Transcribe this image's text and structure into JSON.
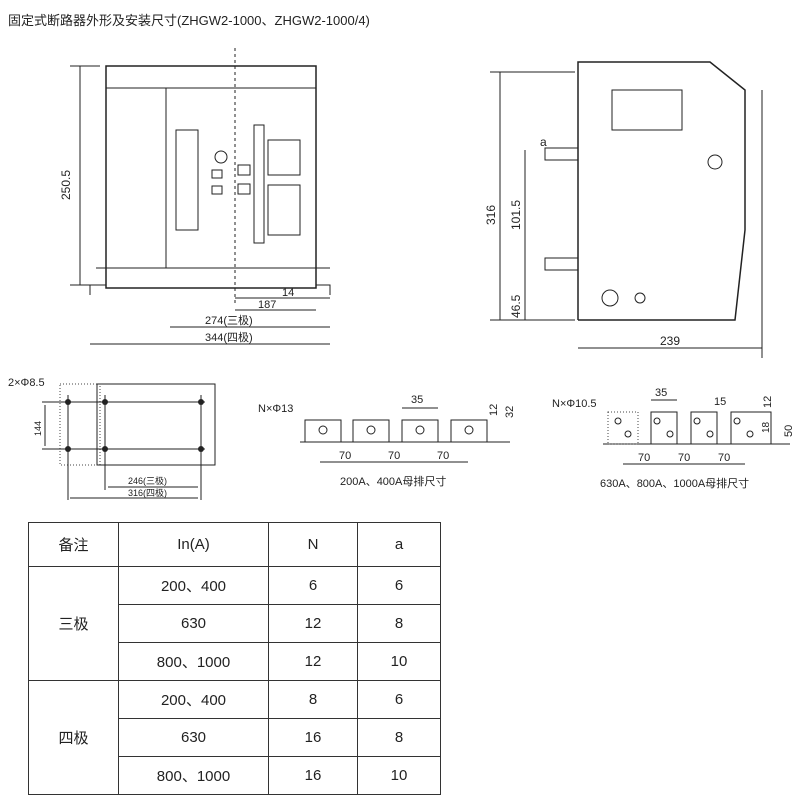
{
  "title": "固定式断路器外形及安装尺寸(ZHGW2-1000、ZHGW2-1000/4)",
  "front_view": {
    "height": "250.5",
    "d14": "14",
    "d187": "187",
    "d274": "274(三极)",
    "d344": "344(四极)"
  },
  "side_view": {
    "d316": "316",
    "d101": "101.5",
    "d46": "46.5",
    "a": "a",
    "d239": "239"
  },
  "mounting": {
    "holes": "2×Φ8.5",
    "d144": "144",
    "d246": "246(三极)",
    "d316": "316(四极)"
  },
  "busbar_small": {
    "holes": "N×Φ13",
    "d35": "35",
    "d12": "12",
    "d32": "32",
    "d70": "70",
    "caption": "200A、400A母排尺寸"
  },
  "busbar_large": {
    "holes": "N×Φ10.5",
    "d35": "35",
    "d15": "15",
    "d12": "12",
    "d18": "18",
    "d50": "50",
    "d70": "70",
    "caption": "630A、800A、1000A母排尺寸"
  },
  "table": {
    "headers": [
      "备注",
      "In(A)",
      "N",
      "a"
    ],
    "groups": [
      {
        "label": "三极",
        "rows": [
          [
            "200、400",
            "6",
            "6"
          ],
          [
            "630",
            "12",
            "8"
          ],
          [
            "800、1000",
            "12",
            "10"
          ]
        ]
      },
      {
        "label": "四极",
        "rows": [
          [
            "200、400",
            "8",
            "6"
          ],
          [
            "630",
            "16",
            "8"
          ],
          [
            "800、1000",
            "16",
            "10"
          ]
        ]
      }
    ]
  }
}
